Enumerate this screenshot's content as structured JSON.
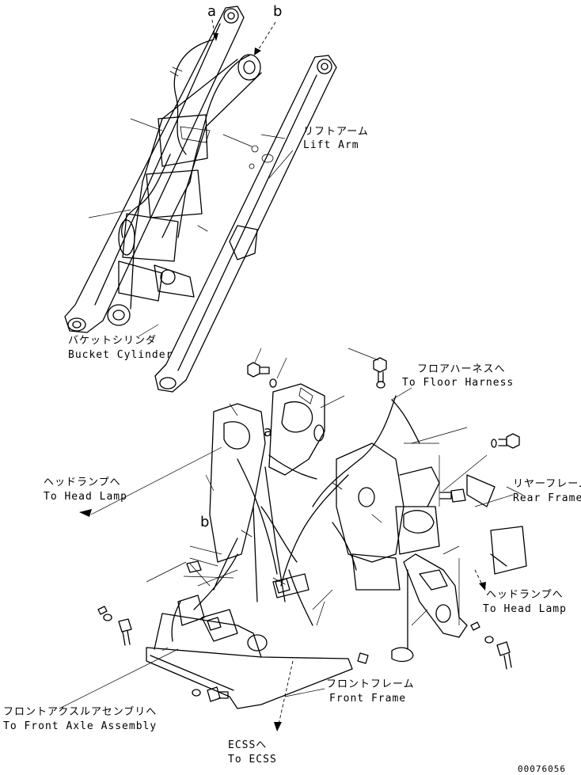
{
  "labels": {
    "lift_arm_jp": "リフトアーム",
    "lift_arm_en": "Lift Arm",
    "bucket_cyl_jp": "バケットシリンダ",
    "bucket_cyl_en": "Bucket Cylinder",
    "floor_harness_jp": "フロアハーネスへ",
    "floor_harness_en": "To Floor Harness",
    "head_lamp_left_jp": "ヘッドランプへ",
    "head_lamp_left_en": "To Head Lamp",
    "rear_frame_jp": "リヤーフレーム",
    "rear_frame_en": "Rear Frame",
    "head_lamp_right_jp": "ヘッドランプへ",
    "head_lamp_right_en": "To Head Lamp",
    "front_frame_jp": "フロントフレーム",
    "front_frame_en": "Front Frame",
    "front_axle_jp": "フロントアクスルアセンブリへ",
    "front_axle_en": "To Front Axle Assembly",
    "ecss_jp": "ECSSへ",
    "ecss_en": "To ECSS",
    "callout_a_top": "a",
    "callout_b_top": "b",
    "callout_a_mid": "a",
    "callout_b_mid": "b",
    "drawing_number": "00076056"
  }
}
